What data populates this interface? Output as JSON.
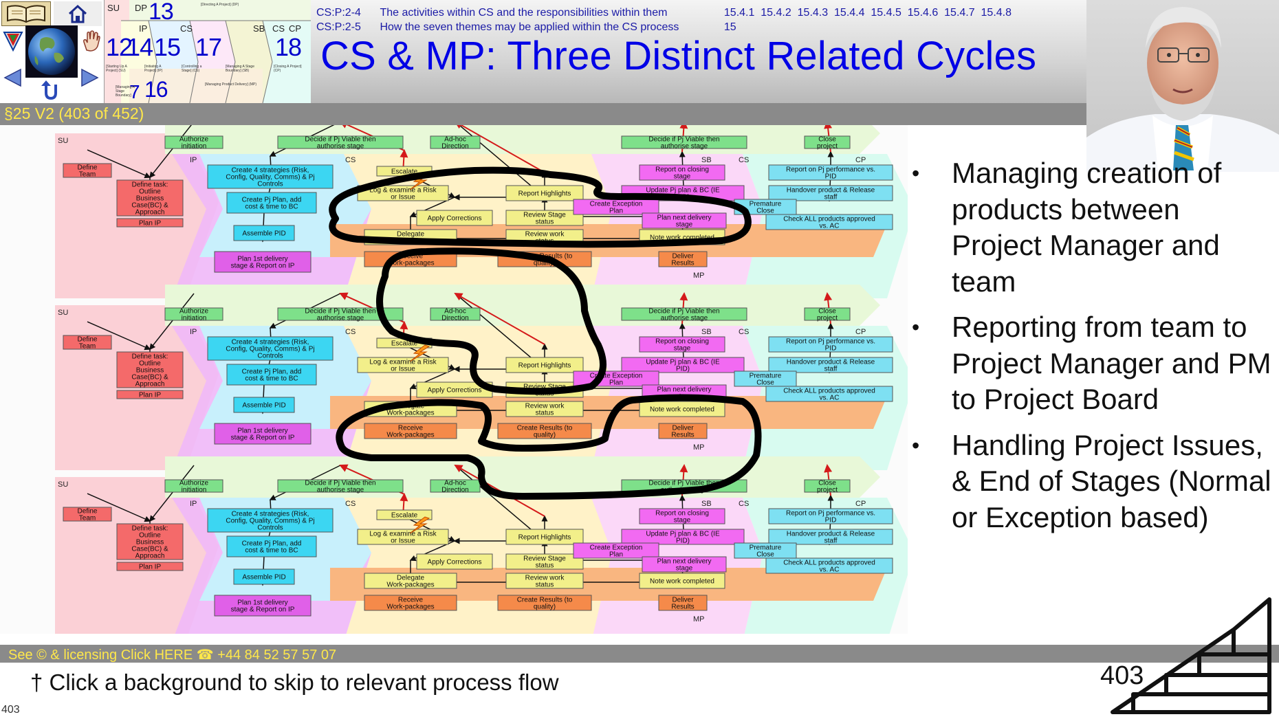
{
  "header": {
    "phases": [
      {
        "code": "SU",
        "number": "12",
        "caption": "[Starting Up A Project] (SU)"
      },
      {
        "code": "DP",
        "number": "13",
        "caption": "[Directing A Project] (DP)"
      },
      {
        "code": "IP",
        "number": "14",
        "caption": "[Initiating A Project] (IP)"
      },
      {
        "code": "CS",
        "number": "15",
        "caption": "[Controlling a Stage] (CS)"
      },
      {
        "code": "SB",
        "number": "17",
        "caption": "[Managing A Stage Boundary] (SB)"
      },
      {
        "code": "CS",
        "number": "18",
        "caption": "[Closing A Project] (CP)"
      },
      {
        "code": "CP",
        "number": "",
        "caption": ""
      }
    ],
    "lower_numbers": {
      "left": "7",
      "right": "16"
    },
    "lower_captions": {
      "left": "[Managing A Stage Boundary]",
      "right": "[Managing Product Delivery] (MP)"
    },
    "refs": [
      {
        "code": "CS:P:2-4",
        "text": "The activities within CS and the responsibilities within them",
        "links": "15.4.1  15.4.2  15.4.3  15.4.4  15.4.5  15.4.6  15.4.7  15.4.8"
      },
      {
        "code": "CS:P:2-5",
        "text": "How the seven themes may be applied within the CS process",
        "links": "15"
      }
    ],
    "title": "CS & MP: Three Distinct Related Cycles",
    "section": "§25 V2 (403 of 452)"
  },
  "diagram": {
    "zones": {
      "su": "SU",
      "ip": "IP",
      "cs": "CS",
      "sb": "SB",
      "cp": "CP",
      "mp": "MP"
    },
    "boxes": {
      "authorize": "Authorize initiation",
      "decide1": "Decide if Pj Viable then authorise stage",
      "adhoc": "Ad-hoc Direction",
      "decide2": "Decide if Pj Viable then authorise stage",
      "close": "Close project",
      "define_team": "Define Team",
      "define_task": "Define task: Outline Business Case(BC) & Approach",
      "plan_ip": "Plan IP",
      "strategies": "Create 4 strategies (Risk, Config, Quality, Comms) & Pj Controls",
      "pj_plan": "Create Pj Plan, add cost & time to BC",
      "assemble": "Assemble PID",
      "plan_first": "Plan 1st delivery stage & Report on IP",
      "escalate": "Escalate",
      "log": "Log & examine a Risk or Issue",
      "report_hl": "Report Highlights",
      "apply": "Apply Corrections",
      "review_stage": "Review Stage status",
      "delegate": "Delegate Work-packages",
      "review_work": "Review work status",
      "note_work": "Note work completed",
      "receive": "Receive Work-packages",
      "create_results": "Create Results (to quality)",
      "deliver": "Deliver Results",
      "report_closing": "Report on closing stage",
      "update_plan": "Update Pj plan & BC (IE PID)",
      "exception": "Create Exception Plan",
      "plan_next": "Plan next delivery stage",
      "report_perf": "Report on Pj performance vs. PID",
      "handover": "Handover product & Release staff",
      "premature": "Premature Close",
      "check_all": "Check ALL products approved vs. AC"
    }
  },
  "bullets": [
    "Managing creation of products between Project Manager and team",
    "Reporting from team to Project Manager and PM to Project Board",
    "Handling Project Issues, & End of Stages (Normal or Exception based)"
  ],
  "bullet_glyph": "•",
  "footer": {
    "copyright": "See © & licensing  Click HERE ☎ +44 84 52 57 57 07",
    "note": "† Click a background to skip to relevant process flow",
    "page": "403",
    "corner": "403"
  },
  "colors": {
    "title": "#0000e6",
    "ref_text": "#1a1aa6",
    "section_text": "#ffe84a",
    "bar_gray": "#8a8a8a"
  },
  "icons": [
    "book-icon",
    "home-icon",
    "logo-icon",
    "globe-icon",
    "hand-icon",
    "prev-arrow-icon",
    "return-icon",
    "next-arrow-icon",
    "lightning-icon",
    "stairs-icon"
  ]
}
